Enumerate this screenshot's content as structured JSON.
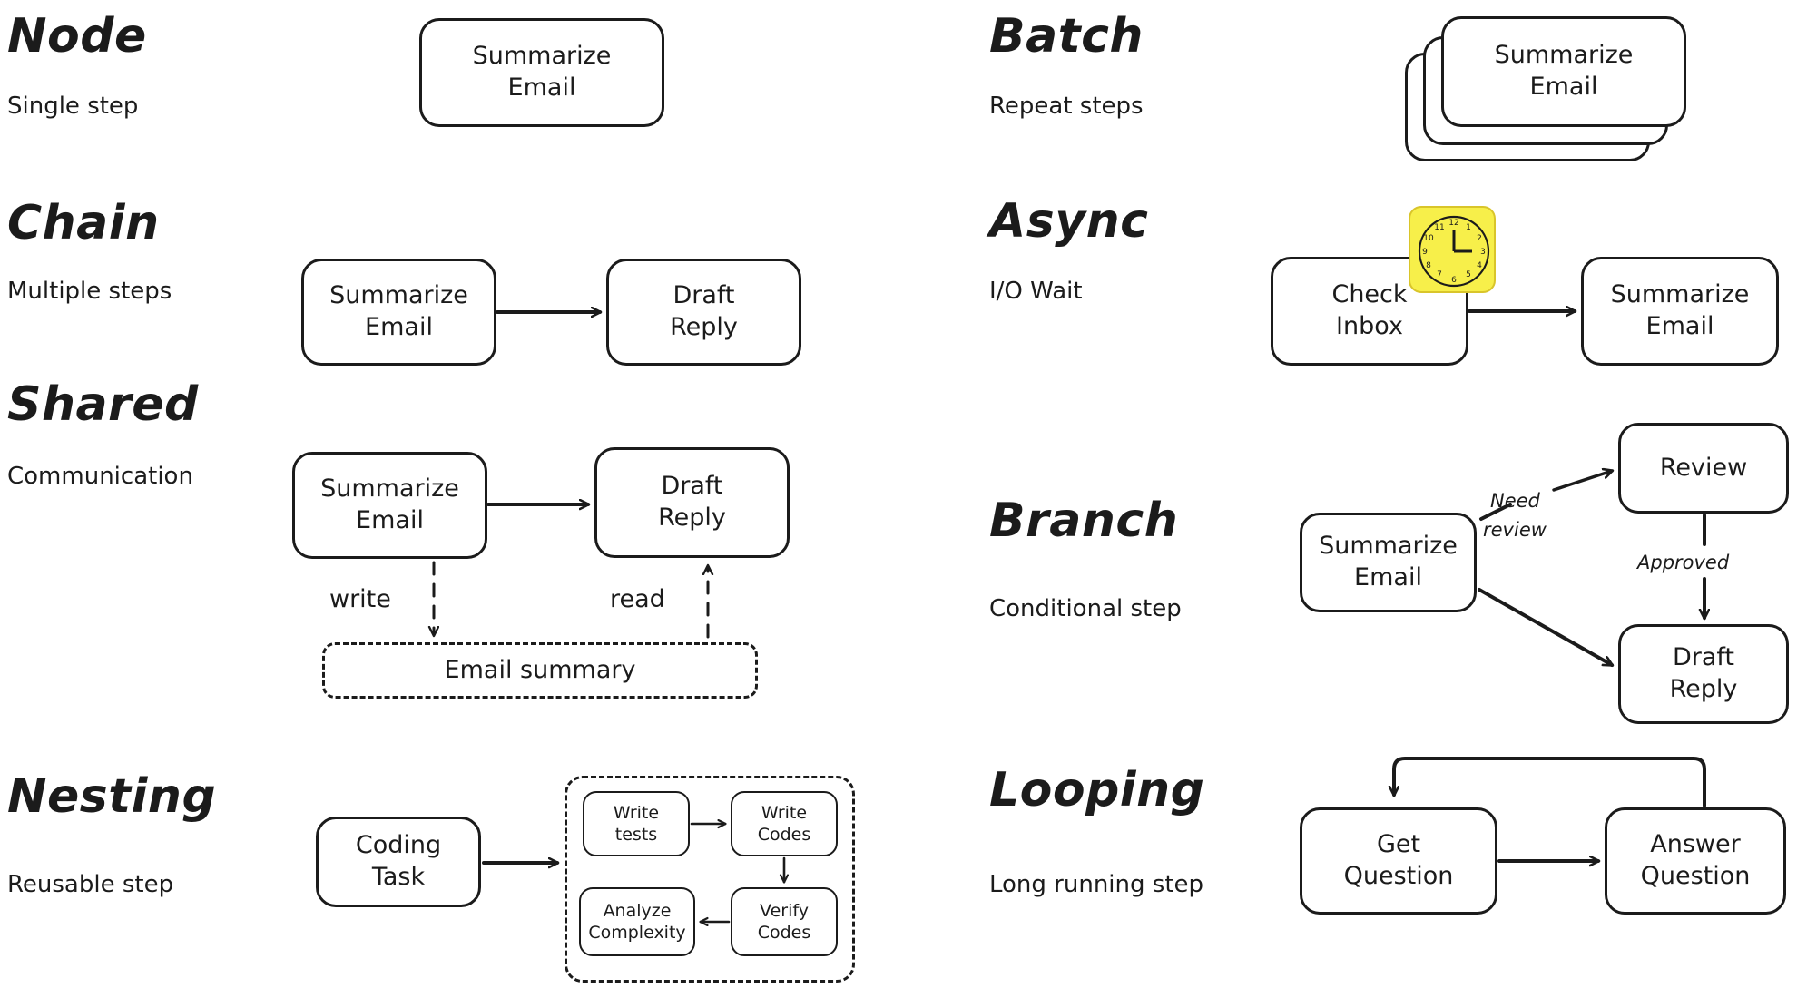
{
  "meta": {
    "background": "#ffffff",
    "ink": "#1b1b1b",
    "accent_yellow": "#f7ef4a"
  },
  "patterns": [
    {
      "id": "node",
      "title": "Node",
      "subtitle": "Single step",
      "nodes": [
        {
          "name": "summarize-email",
          "lines": [
            "Summarize",
            "Email"
          ]
        }
      ],
      "edges": []
    },
    {
      "id": "batch",
      "title": "Batch",
      "subtitle": "Repeat steps",
      "nodes": [
        {
          "name": "summarize-email",
          "lines": [
            "Summarize",
            "Email"
          ],
          "stacked": 3
        }
      ],
      "edges": []
    },
    {
      "id": "chain",
      "title": "Chain",
      "subtitle": "Multiple steps",
      "nodes": [
        {
          "name": "summarize-email",
          "lines": [
            "Summarize",
            "Email"
          ]
        },
        {
          "name": "draft-reply",
          "lines": [
            "Draft",
            "Reply"
          ]
        }
      ],
      "edges": [
        {
          "from": "summarize-email",
          "to": "draft-reply",
          "label": ""
        }
      ]
    },
    {
      "id": "async",
      "title": "Async",
      "subtitle": "I/O Wait",
      "nodes": [
        {
          "name": "check-inbox",
          "lines": [
            "Check",
            "Inbox"
          ]
        },
        {
          "name": "summarize-email",
          "lines": [
            "Summarize",
            "Email"
          ]
        }
      ],
      "edges": [
        {
          "from": "check-inbox",
          "to": "summarize-email",
          "label": ""
        }
      ],
      "badge": {
        "name": "clock-icon",
        "type": "clock",
        "time": "3:00"
      }
    },
    {
      "id": "shared",
      "title": "Shared",
      "subtitle": "Communication",
      "nodes": [
        {
          "name": "summarize-email",
          "lines": [
            "Summarize",
            "Email"
          ]
        },
        {
          "name": "draft-reply",
          "lines": [
            "Draft",
            "Reply"
          ]
        },
        {
          "name": "email-summary-store",
          "lines": [
            "Email summary"
          ],
          "style": "dashed"
        }
      ],
      "edges": [
        {
          "from": "summarize-email",
          "to": "draft-reply",
          "label": ""
        },
        {
          "from": "summarize-email",
          "to": "email-summary-store",
          "label": "write",
          "style": "dashed"
        },
        {
          "from": "email-summary-store",
          "to": "draft-reply",
          "label": "read",
          "style": "dashed"
        }
      ]
    },
    {
      "id": "branch",
      "title": "Branch",
      "subtitle": "Conditional step",
      "nodes": [
        {
          "name": "summarize-email",
          "lines": [
            "Summarize",
            "Email"
          ]
        },
        {
          "name": "review",
          "lines": [
            "Review"
          ]
        },
        {
          "name": "draft-reply",
          "lines": [
            "Draft",
            "Reply"
          ]
        }
      ],
      "edges": [
        {
          "from": "summarize-email",
          "to": "review",
          "label": "Need review"
        },
        {
          "from": "review",
          "to": "draft-reply",
          "label": "Approved"
        },
        {
          "from": "summarize-email",
          "to": "draft-reply",
          "label": ""
        }
      ]
    },
    {
      "id": "nesting",
      "title": "Nesting",
      "subtitle": "Reusable step",
      "nodes": [
        {
          "name": "coding-task",
          "lines": [
            "Coding",
            "Task"
          ]
        },
        {
          "name": "write-tests",
          "lines": [
            "Write",
            "tests"
          ]
        },
        {
          "name": "write-codes",
          "lines": [
            "Write",
            "Codes"
          ]
        },
        {
          "name": "verify-codes",
          "lines": [
            "Verify",
            "Codes"
          ]
        },
        {
          "name": "analyze-complexity",
          "lines": [
            "Analyze",
            "Complexity"
          ]
        }
      ],
      "edges": [
        {
          "from": "coding-task",
          "to": "write-tests",
          "label": ""
        },
        {
          "from": "write-tests",
          "to": "write-codes",
          "label": ""
        },
        {
          "from": "write-codes",
          "to": "verify-codes",
          "label": ""
        },
        {
          "from": "verify-codes",
          "to": "analyze-complexity",
          "label": ""
        }
      ]
    },
    {
      "id": "looping",
      "title": "Looping",
      "subtitle": "Long running step",
      "nodes": [
        {
          "name": "get-question",
          "lines": [
            "Get",
            "Question"
          ]
        },
        {
          "name": "answer-question",
          "lines": [
            "Answer",
            "Question"
          ]
        }
      ],
      "edges": [
        {
          "from": "get-question",
          "to": "answer-question",
          "label": ""
        },
        {
          "from": "answer-question",
          "to": "get-question",
          "label": "",
          "style": "loopback"
        }
      ]
    }
  ],
  "labels": {
    "node_title": "Node",
    "node_sub": "Single step",
    "batch_title": "Batch",
    "batch_sub": "Repeat steps",
    "chain_title": "Chain",
    "chain_sub": "Multiple steps",
    "async_title": "Async",
    "async_sub": "I/O Wait",
    "shared_title": "Shared",
    "shared_sub": "Communication",
    "branch_title": "Branch",
    "branch_sub": "Conditional step",
    "nesting_title": "Nesting",
    "nesting_sub": "Reusable step",
    "looping_title": "Looping",
    "looping_sub": "Long running step"
  },
  "boxes": {
    "node_summarize": {
      "l1": "Summarize",
      "l2": "Email"
    },
    "batch_summarize": {
      "l1": "Summarize",
      "l2": "Email"
    },
    "chain_summarize": {
      "l1": "Summarize",
      "l2": "Email"
    },
    "chain_draft": {
      "l1": "Draft",
      "l2": "Reply"
    },
    "async_check": {
      "l1": "Check",
      "l2": "Inbox"
    },
    "async_summarize": {
      "l1": "Summarize",
      "l2": "Email"
    },
    "shared_summarize": {
      "l1": "Summarize",
      "l2": "Email"
    },
    "shared_draft": {
      "l1": "Draft",
      "l2": "Reply"
    },
    "shared_store": {
      "l1": "Email summary"
    },
    "branch_summarize": {
      "l1": "Summarize",
      "l2": "Email"
    },
    "branch_review": {
      "l1": "Review"
    },
    "branch_draft": {
      "l1": "Draft",
      "l2": "Reply"
    },
    "nesting_coding": {
      "l1": "Coding",
      "l2": "Task"
    },
    "nesting_write_tests": {
      "l1": "Write",
      "l2": "tests"
    },
    "nesting_write_codes": {
      "l1": "Write",
      "l2": "Codes"
    },
    "nesting_verify_codes": {
      "l1": "Verify",
      "l2": "Codes"
    },
    "nesting_analyze": {
      "l1": "Analyze",
      "l2": "Complexity"
    },
    "loop_get": {
      "l1": "Get",
      "l2": "Question"
    },
    "loop_answer": {
      "l1": "Answer",
      "l2": "Question"
    }
  },
  "edge_labels": {
    "shared_write": "write",
    "shared_read": "read",
    "branch_need_review_1": "Need",
    "branch_need_review_2": "review",
    "branch_approved": "Approved"
  },
  "clock": {
    "name": "clock-icon",
    "hour_numbers": [
      "12",
      "1",
      "2",
      "3",
      "4",
      "5",
      "6",
      "7",
      "8",
      "9",
      "10",
      "11"
    ],
    "color": "#f7ef4a"
  }
}
